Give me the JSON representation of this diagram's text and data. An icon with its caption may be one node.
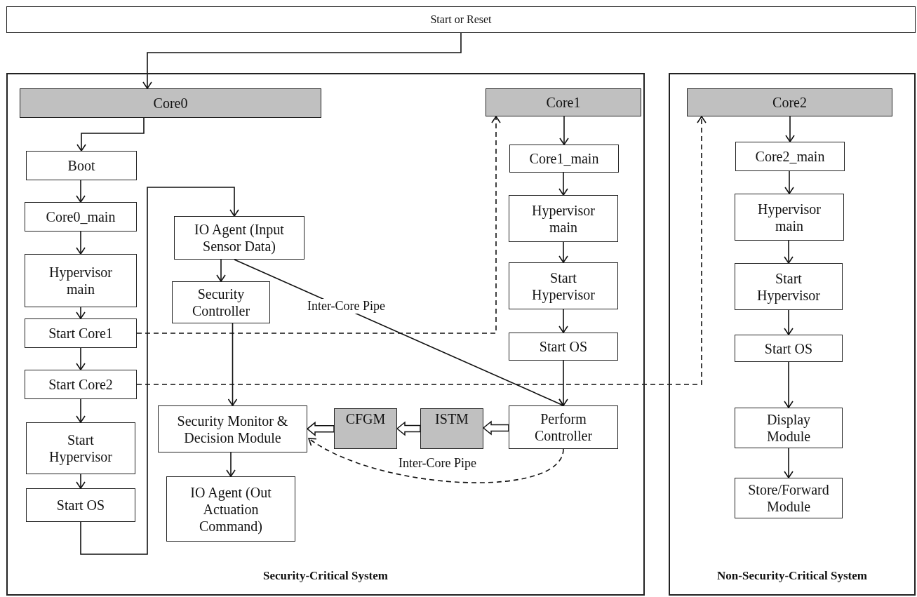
{
  "diagram": {
    "nodes": [
      {
        "text": [
          "Start or Reset"
        ]
      },
      {
        "text": [
          "Security-Critical System"
        ]
      },
      {
        "text": [
          "Non-Security-Critical System"
        ]
      },
      {
        "text": [
          "Core0"
        ],
        "in": 1
      },
      {
        "text": [
          "Boot"
        ],
        "in": 1
      },
      {
        "text": [
          "Core0_main"
        ],
        "in": 1
      },
      {
        "text": [
          "Hypervisor main"
        ],
        "in": 1
      },
      {
        "text": [
          "Start Core1"
        ],
        "in": 1
      },
      {
        "text": [
          "Start Core2"
        ],
        "in": 1
      },
      {
        "text": [
          "Start Hypervisor"
        ],
        "in": 1
      },
      {
        "text": [
          "Start OS"
        ],
        "in": 1
      },
      {
        "text": [
          "IO Agent (Input Sensor Data)"
        ],
        "in": 1
      },
      {
        "text": [
          "Security Controller"
        ],
        "in": 1
      },
      {
        "text": [
          "Security Monitor & Decision Module"
        ],
        "in": 1
      },
      {
        "text": [
          "IO Agent (Out Actuation Command)"
        ],
        "in": 1
      },
      {
        "text": [
          "CFGM"
        ],
        "in": 1
      },
      {
        "text": [
          "ISTM"
        ],
        "in": 1
      },
      {
        "text": [
          "Perform Controller"
        ],
        "in": 1
      },
      {
        "text": [
          "Core1"
        ],
        "in": 1
      },
      {
        "text": [
          "Core1_main"
        ],
        "in": 1
      },
      {
        "text": [
          "Hypervisor main"
        ],
        "in": 1
      },
      {
        "text": [
          "Start Hypervisor"
        ],
        "in": 1
      },
      {
        "text": [
          "Start OS"
        ],
        "in": 1
      },
      {
        "text": [
          "Core2"
        ],
        "in": 2
      },
      {
        "text": [
          "Core2_main"
        ],
        "in": 2
      },
      {
        "text": [
          "Hypervisor main"
        ],
        "in": 2
      },
      {
        "text": [
          "Start Hypervisor"
        ],
        "in": 2
      },
      {
        "text": [
          "Start OS"
        ],
        "in": 2
      },
      {
        "text": [
          "Display Module"
        ],
        "in": 2
      },
      {
        "text": [
          "Store/Forward Module"
        ],
        "in": 2
      }
    ],
    "edges": [
      {
        "from": 0,
        "to": 3,
        "arrow": "to"
      },
      {
        "from": 3,
        "to": 4,
        "arrow": "to"
      },
      {
        "from": 4,
        "to": 5,
        "arrow": "to"
      },
      {
        "from": 5,
        "to": 6,
        "arrow": "to"
      },
      {
        "from": 6,
        "to": 7,
        "arrow": "to"
      },
      {
        "from": 7,
        "to": 8,
        "arrow": "to"
      },
      {
        "from": 8,
        "to": 9,
        "arrow": "to"
      },
      {
        "from": 9,
        "to": 10,
        "arrow": "to"
      },
      {
        "from": 10,
        "to": 11,
        "arrow": "to"
      },
      {
        "from": 7,
        "to": 18,
        "arrow": "to",
        "style": "dashed"
      },
      {
        "from": 8,
        "to": 23,
        "arrow": "to",
        "style": "dashed"
      },
      {
        "from": 11,
        "to": 12,
        "arrow": "to"
      },
      {
        "from": 11,
        "to": 17,
        "arrow": "to",
        "label": "Inter-Core Pipe"
      },
      {
        "from": 12,
        "to": 13,
        "arrow": "to"
      },
      {
        "from": 13,
        "to": 14,
        "arrow": "to"
      },
      {
        "from": 17,
        "to": 16,
        "arrow": "to",
        "style": "thick"
      },
      {
        "from": 16,
        "to": 15,
        "arrow": "to",
        "style": "thick"
      },
      {
        "from": 15,
        "to": 13,
        "arrow": "to",
        "style": "thick"
      },
      {
        "from": 17,
        "to": 13,
        "arrow": "to",
        "style": "dashed",
        "label": "Inter-Core Pipe"
      },
      {
        "from": 18,
        "to": 19,
        "arrow": "to"
      },
      {
        "from": 19,
        "to": 20,
        "arrow": "to"
      },
      {
        "from": 20,
        "to": 21,
        "arrow": "to"
      },
      {
        "from": 21,
        "to": 22,
        "arrow": "to"
      },
      {
        "from": 22,
        "to": 17,
        "arrow": "to"
      },
      {
        "from": 23,
        "to": 24,
        "arrow": "to"
      },
      {
        "from": 24,
        "to": 25,
        "arrow": "to"
      },
      {
        "from": 25,
        "to": 26,
        "arrow": "to"
      },
      {
        "from": 26,
        "to": 27,
        "arrow": "to"
      },
      {
        "from": 27,
        "to": 28,
        "arrow": "to"
      },
      {
        "from": 28,
        "to": 29,
        "arrow": "to"
      }
    ]
  }
}
